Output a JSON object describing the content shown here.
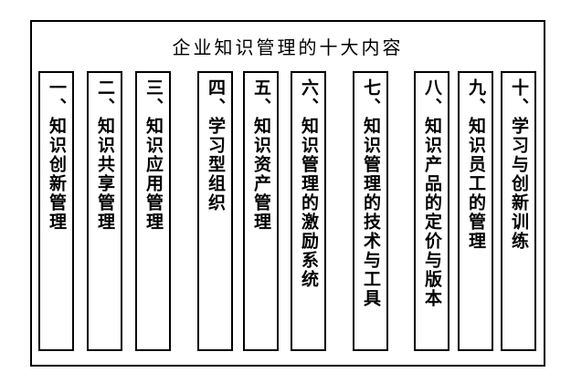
{
  "diagram": {
    "title": "企业知识管理的十大内容",
    "colors": {
      "line": "#000000",
      "background": "#ffffff",
      "text": "#000000"
    },
    "items": [
      {
        "label": "一、知识创新管理"
      },
      {
        "label": "二、知识共享管理"
      },
      {
        "label": "三、知识应用管理"
      },
      {
        "label": "四、学习型组织"
      },
      {
        "label": "五、知识资产管理"
      },
      {
        "label": "六、知识管理的激励系统"
      },
      {
        "label": "七、知识管理的技术与工具"
      },
      {
        "label": "八、知识产品的定价与版本"
      },
      {
        "label": "九、知识员工的管理"
      },
      {
        "label": "十、学习与创新训练"
      }
    ]
  }
}
